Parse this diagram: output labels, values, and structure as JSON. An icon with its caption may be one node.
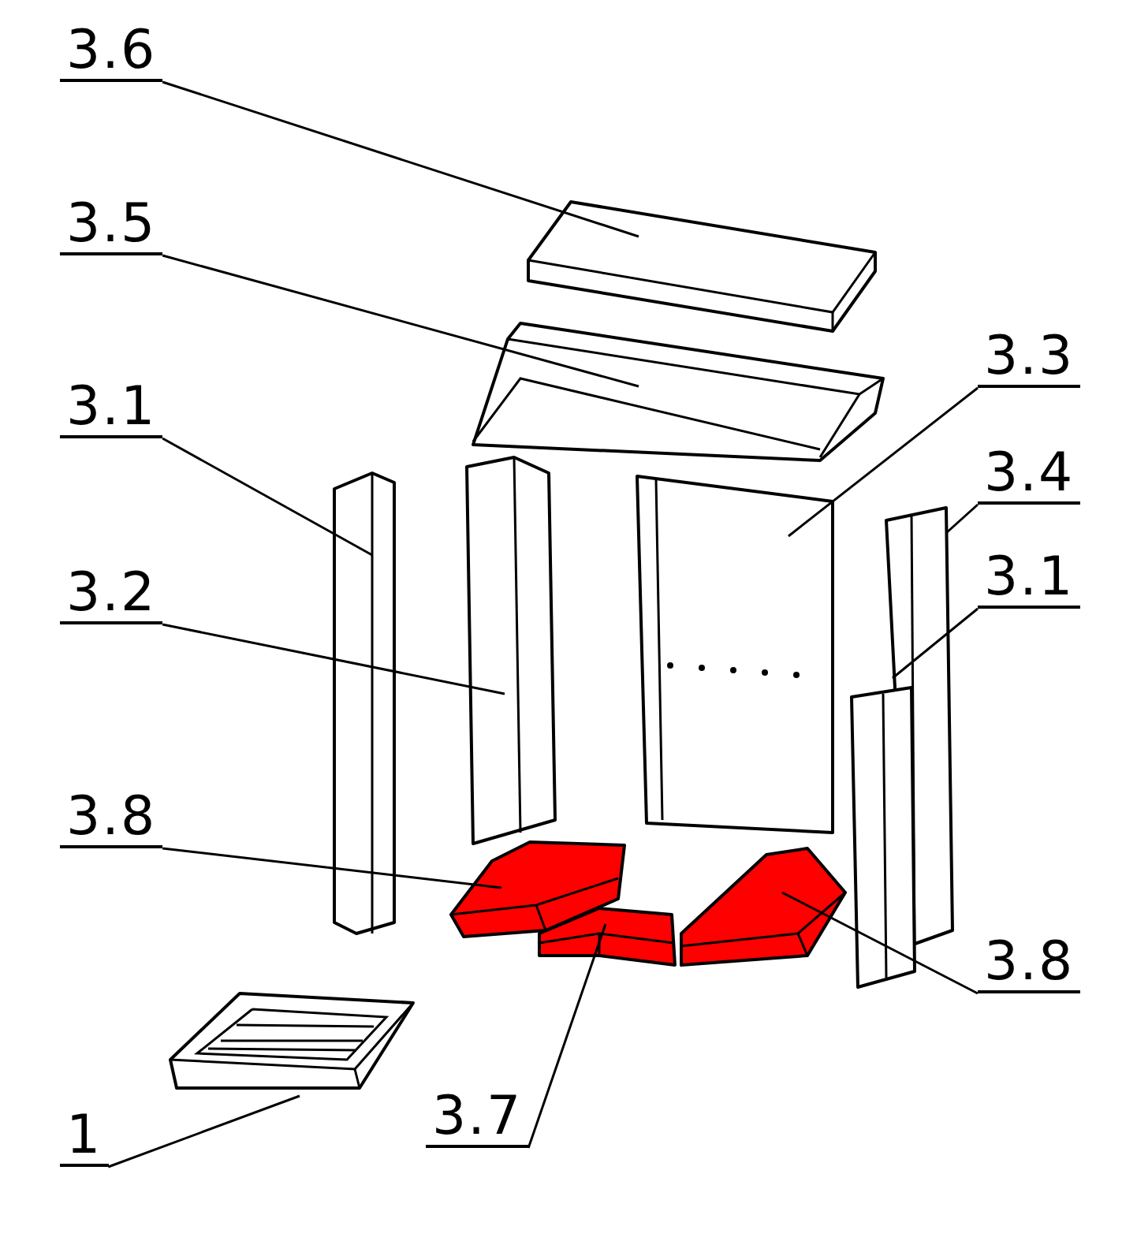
{
  "diagram": {
    "nodes": [
      {
        "text": [
          "3.6"
        ]
      },
      {
        "text": [
          "3.5"
        ]
      },
      {
        "text": [
          "3.1"
        ]
      },
      {
        "text": [
          "3.2"
        ]
      },
      {
        "text": [
          "3.8"
        ]
      },
      {
        "text": [
          "1"
        ]
      },
      {
        "text": [
          "3.3"
        ]
      },
      {
        "text": [
          "3.4"
        ]
      },
      {
        "text": [
          "3.1"
        ]
      },
      {
        "text": [
          "3.8"
        ]
      },
      {
        "text": [
          "3.7"
        ]
      },
      {
        "text": [],
        "shape": "box"
      },
      {
        "text": [],
        "shape": "box"
      },
      {
        "text": [],
        "shape": "box"
      },
      {
        "text": [],
        "shape": "box"
      },
      {
        "text": [],
        "shape": "box"
      },
      {
        "text": [],
        "shape": "box"
      },
      {
        "text": [],
        "shape": "box"
      },
      {
        "text": [],
        "shape": "box"
      },
      {
        "text": [],
        "shape": "box"
      },
      {
        "text": [],
        "shape": "box"
      },
      {
        "text": [],
        "shape": "box"
      }
    ],
    "edges": [
      {
        "from": 0,
        "to": 11,
        "arrow": "none"
      },
      {
        "from": 1,
        "to": 12,
        "arrow": "none"
      },
      {
        "from": 2,
        "to": 13,
        "arrow": "none"
      },
      {
        "from": 3,
        "to": 14,
        "arrow": "none"
      },
      {
        "from": 4,
        "to": 15,
        "arrow": "none"
      },
      {
        "from": 5,
        "to": 16,
        "arrow": "none"
      },
      {
        "from": 6,
        "to": 17,
        "arrow": "none"
      },
      {
        "from": 7,
        "to": 18,
        "arrow": "none"
      },
      {
        "from": 8,
        "to": 19,
        "arrow": "none"
      },
      {
        "from": 9,
        "to": 20,
        "arrow": "none"
      },
      {
        "from": 10,
        "to": 21,
        "arrow": "none"
      }
    ]
  }
}
